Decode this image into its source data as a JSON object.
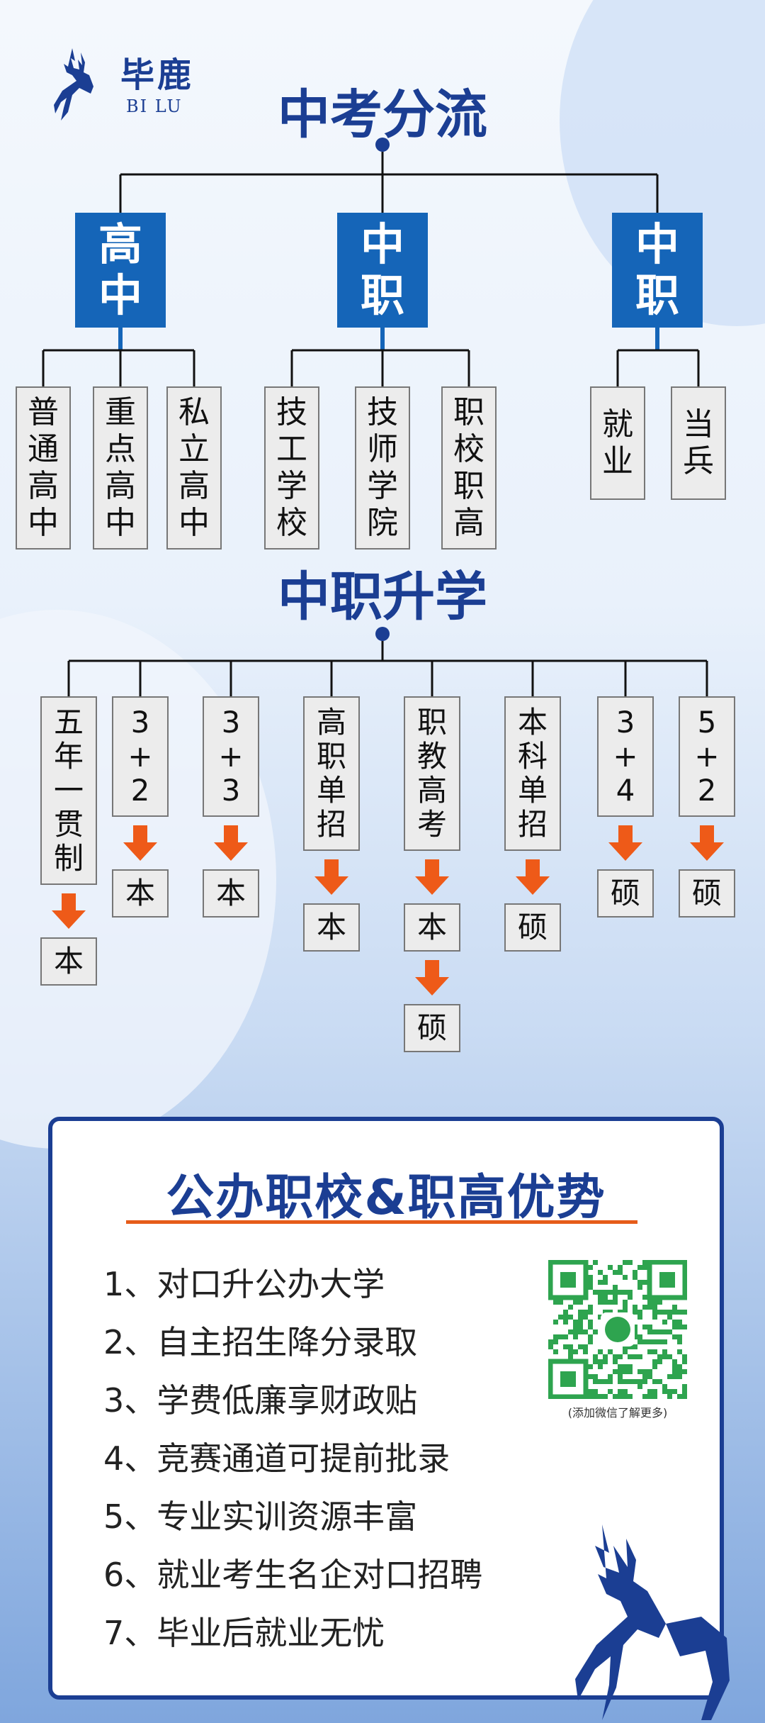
{
  "brand": {
    "name": "毕鹿",
    "latin": "BI  LU",
    "icon": "deer-logo-icon"
  },
  "colors": {
    "navy": "#1b3e93",
    "blue_box": "#1565b8",
    "gray_box": "#ececec",
    "arrow": "#ee5a18",
    "line": "#111111"
  },
  "sections": {
    "zhongkao": {
      "title": "中考分流",
      "branches": [
        {
          "label": "高中",
          "children": [
            "普通高中",
            "重点高中",
            "私立高中"
          ]
        },
        {
          "label": "中职",
          "children": [
            "技工学校",
            "技师学院",
            "职校职高"
          ]
        },
        {
          "label": "中职",
          "children": [
            "就业",
            "当兵"
          ]
        }
      ]
    },
    "shengxue": {
      "title": "中职升学",
      "paths": [
        {
          "label": "五年一贯制",
          "results": [
            "本"
          ]
        },
        {
          "label": "3+2",
          "results": [
            "本"
          ]
        },
        {
          "label": "3+3",
          "results": [
            "本"
          ]
        },
        {
          "label": "高职单招",
          "results": [
            "本"
          ]
        },
        {
          "label": "职教高考",
          "results": [
            "本",
            "硕"
          ]
        },
        {
          "label": "本科单招",
          "results": [
            "硕"
          ]
        },
        {
          "label": "3+4",
          "results": [
            "硕"
          ]
        },
        {
          "label": "5+2",
          "results": [
            "硕"
          ]
        }
      ]
    }
  },
  "advantages": {
    "title": "公办职校&职高优势",
    "items": [
      "1、对口升公办大学",
      "2、自主招生降分录取",
      "3、学费低廉享财政贴",
      "4、竞赛通道可提前批录",
      "5、专业实训资源丰富",
      "6、就业考生名企对口招聘",
      "7、毕业后就业无忧"
    ],
    "qr_icon": "wechat-qr-icon",
    "qr_caption": "(添加微信了解更多)"
  }
}
